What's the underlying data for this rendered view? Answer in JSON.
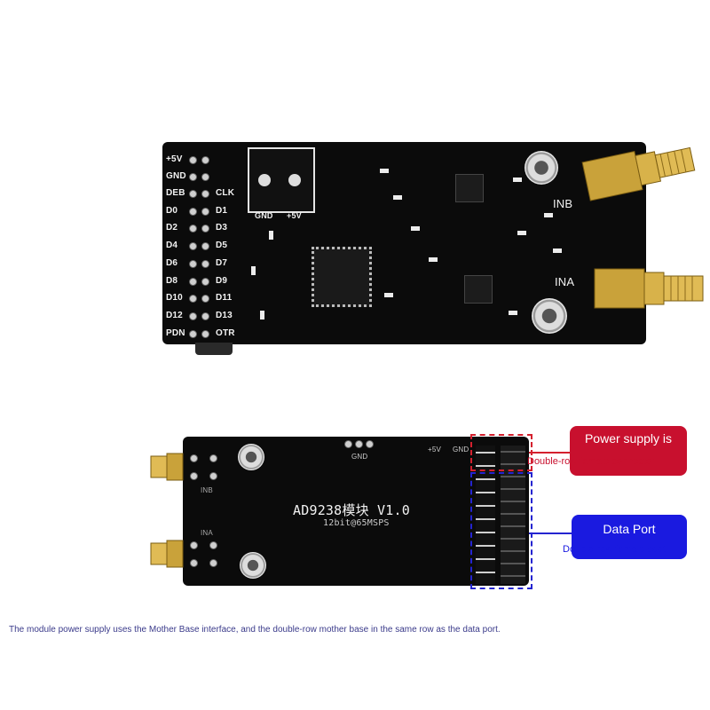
{
  "top_board": {
    "left_labels": [
      "+5V",
      "GND",
      "DEB",
      "D0",
      "D2",
      "D4",
      "D6",
      "D8",
      "D10",
      "D12",
      "PDN"
    ],
    "right_labels": [
      "CLK",
      "D1",
      "D3",
      "D5",
      "D7",
      "D9",
      "D11",
      "D13",
      "OTR"
    ],
    "terminal_labels": {
      "gnd": "GND",
      "vcc": "+5V"
    },
    "input_labels": {
      "inb": "INB",
      "ina": "INA"
    }
  },
  "bottom_board": {
    "title": "AD9238模块 V1.0",
    "subtitle": "12bit@65MSPS",
    "gnd_label": "GND",
    "header_labels": {
      "vcc": "+5V",
      "gnd": "GND"
    },
    "input_labels": {
      "inb": "INB",
      "ina": "INA"
    }
  },
  "callouts": {
    "power": {
      "title": "Power supply is",
      "subtitle": "Double-row female connector",
      "color": "#c8102e"
    },
    "data": {
      "title": "Data Port",
      "subtitle": "Double-row female seat",
      "color": "#1a1ae0"
    }
  },
  "caption": "The module power supply uses the Mother Base interface, and the double-row mother base in the same row as the data port."
}
